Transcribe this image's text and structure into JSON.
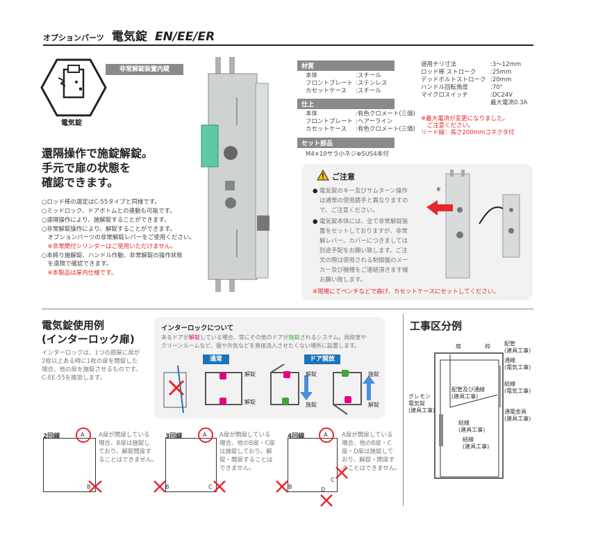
{
  "header": {
    "prefix": "オプションパーツ",
    "title": "電気錠",
    "model": "EN/EE/ER"
  },
  "product": {
    "icon_label": "電気錠",
    "feature_badge": "非常解錠装置内蔵",
    "headline": [
      "還隔操作で施錠解錠。",
      "手元で扉の状態を",
      "確認できます。"
    ]
  },
  "notes": [
    {
      "text": "○ロッド棒の選定はC-55タイプと同様です。"
    },
    {
      "text": "○ミッドロック、ドアボトムとの連動も可能です。"
    },
    {
      "text": "○遠隔操作により、施解錠することができます。"
    },
    {
      "text": "○非常解錠操作により、解錠することができます。"
    },
    {
      "text": "　オプションパーツの非常解錠レバーをご使用ください。"
    },
    {
      "text": "　※非常開付シリンダーはご使用いただけません。",
      "color": "red"
    },
    {
      "text": "○本締り施解錠、ハンドル作動、非常解錠の操作状態"
    },
    {
      "text": "　を遠隔で確認できます。"
    },
    {
      "text": "　※本製品は屋内仕様です。",
      "color": "red"
    }
  ],
  "specs": {
    "material_title": "材質",
    "material": [
      {
        "k": "本体",
        "v": ":スチール"
      },
      {
        "k": "フロントプレート",
        "v": ":ステンレス"
      },
      {
        "k": "カセットケース",
        "v": ":スチール"
      }
    ],
    "finish_title": "仕上",
    "finish": [
      {
        "k": "本体",
        "v": ":有色クロメート(三価)"
      },
      {
        "k": "フロントプレート",
        "v": ":ヘアーライン"
      },
      {
        "k": "カセットケース",
        "v": ":有色クロメート(三価)"
      }
    ],
    "set_title": "セット部品",
    "set_item": "M4×10サラ小ネジ⊕SUS4本付"
  },
  "specs2": [
    {
      "k": "適用チリ寸法",
      "v": ":3～12mm"
    },
    {
      "k": "ロッド棒 ストローク",
      "v": ":25mm"
    },
    {
      "k": "デッドボルトストローク",
      "v": ":20mm"
    },
    {
      "k": "ハンドル回転角度",
      "v": ":70°"
    },
    {
      "k": "マイクロスイッチ",
      "v": ":DC24V"
    },
    {
      "k": "",
      "v": "最大電流0.3A"
    }
  ],
  "spec_notes": [
    "※最大電流が変更になりました。",
    "　ご注意ください。",
    "リード線：長さ200mmコネクタ付"
  ],
  "caution": {
    "title": "ご注意",
    "p1": [
      "電気錠のキー及びサムターン操作",
      "は通常の使用勝手と異なりますの",
      "で、ご注意ください。"
    ],
    "p2": [
      "電気錠本体には、全て非常解錠装",
      "置をセットしておりますが、非常",
      "解レバー、カバーにつきましては",
      "別途手配をお願い致します。ご注",
      "文の際は使用される制御盤のメー",
      "カー及び機種をご連絡頂きます様",
      "お願い致します。"
    ],
    "footer": "※現場にてペンチなどで曲げ、カセットケースにセットしてください。",
    "star": "※"
  },
  "usage": {
    "title": [
      "電気錠使用例",
      "(インターロック扉)"
    ],
    "desc": [
      "インターロックは、1つの部屋に扉が",
      "2枚以上ある時に1枚の扉を開錠した",
      "場合、他の扉を施錠させるものです。",
      "C-EE-55を推奨します。"
    ]
  },
  "interlock": {
    "title": "インターロックについて",
    "desc_a": "あるドアが",
    "desc_unlock": "解錠",
    "desc_b": "している場合、常にその他のドアが",
    "desc_lock": "施錠",
    "desc_c": "されるシステム。局除室や",
    "desc_2": "クリーンルームなど、菌や外気などを直接流入させたくない場所に設置します。",
    "normal": "通常",
    "open": "ドア開放",
    "lbl_unlock": "解錠",
    "lbl_lock": "施錠"
  },
  "lines": [
    {
      "title": "2回線",
      "text": [
        "A扉が開扉している",
        "場合、B扉は施錠し",
        "ており、解錠開扉す",
        "ることはできません。"
      ]
    },
    {
      "title": "3回線",
      "text": [
        "A扉が開扉している",
        "場合、他のB扉・C扉",
        "は施錠しており、解",
        "錠・開扉することは",
        "できません。"
      ]
    },
    {
      "title": "4回線",
      "text": [
        "A扉が開扉している",
        "場合、他のB扉・C",
        "扉・D扉は施錠して",
        "おり、解錠・開扉す",
        "ることはできません。"
      ]
    }
  ],
  "door_letters": {
    "a": "A",
    "b": "B",
    "c": "C",
    "d": "D"
  },
  "construction": {
    "title": "工事区分例",
    "labels": {
      "tobira": "扉",
      "waku": "枠",
      "haikan": [
        "配管",
        "(建具工事)"
      ],
      "tsusen": [
        "通線",
        "(電気工事)"
      ],
      "haikan_tsusen": [
        "配管及び通線",
        "(建具工事)"
      ],
      "kessen_e": [
        "結線",
        "(電気工事)"
      ],
      "grommet": [
        "グレモン",
        "電気錠",
        "(建具工事)"
      ],
      "kessen_k1": [
        "結線",
        "(建具工事)"
      ],
      "kessen_k2": [
        "結線",
        "(建具工事)"
      ],
      "tsuden": [
        "通電金具",
        "(建具工事)"
      ]
    }
  }
}
